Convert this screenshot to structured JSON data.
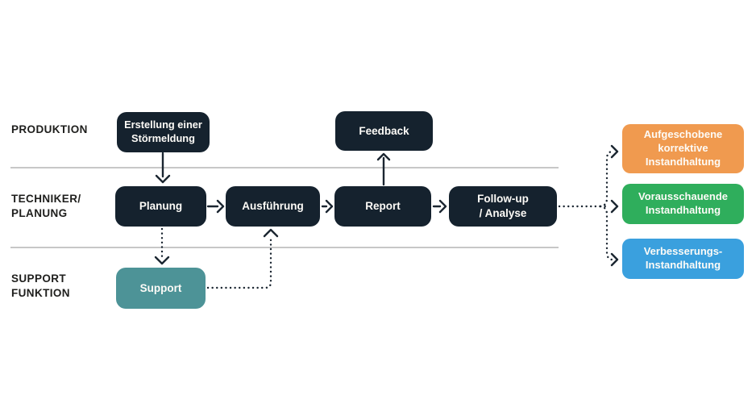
{
  "lanes": [
    {
      "label": "PRODUKTION"
    },
    {
      "label": "TECHNIKER/\nPLANUNG"
    },
    {
      "label": "SUPPORT\nFUNKTION"
    }
  ],
  "nodes": {
    "stoermeldung": {
      "label": "Erstellung einer\nStörmeldung"
    },
    "feedback": {
      "label": "Feedback"
    },
    "planung": {
      "label": "Planung"
    },
    "ausfuehrung": {
      "label": "Ausführung"
    },
    "report": {
      "label": "Report"
    },
    "followup": {
      "label": "Follow-up\n/ Analyse"
    },
    "support": {
      "label": "Support"
    },
    "aufgeschoben": {
      "label": "Aufgeschobene\nkorrektive\nInstandhaltung"
    },
    "vorausschauend": {
      "label": "Vorausschauende\nInstandhaltung"
    },
    "verbesserung": {
      "label": "Verbesserungs-\nInstandhaltung"
    }
  },
  "colors": {
    "dark_navy": "#15222e",
    "teal": "#4d9397",
    "orange": "#f09a4f",
    "green": "#2fae5c",
    "blue": "#3aa0de",
    "arrow": "#1b2631",
    "lane_divider": "#c7c7c7",
    "lane_label_text": "#1e1e1c",
    "box_text": "#fdfbf7",
    "background": "#ffffff"
  }
}
